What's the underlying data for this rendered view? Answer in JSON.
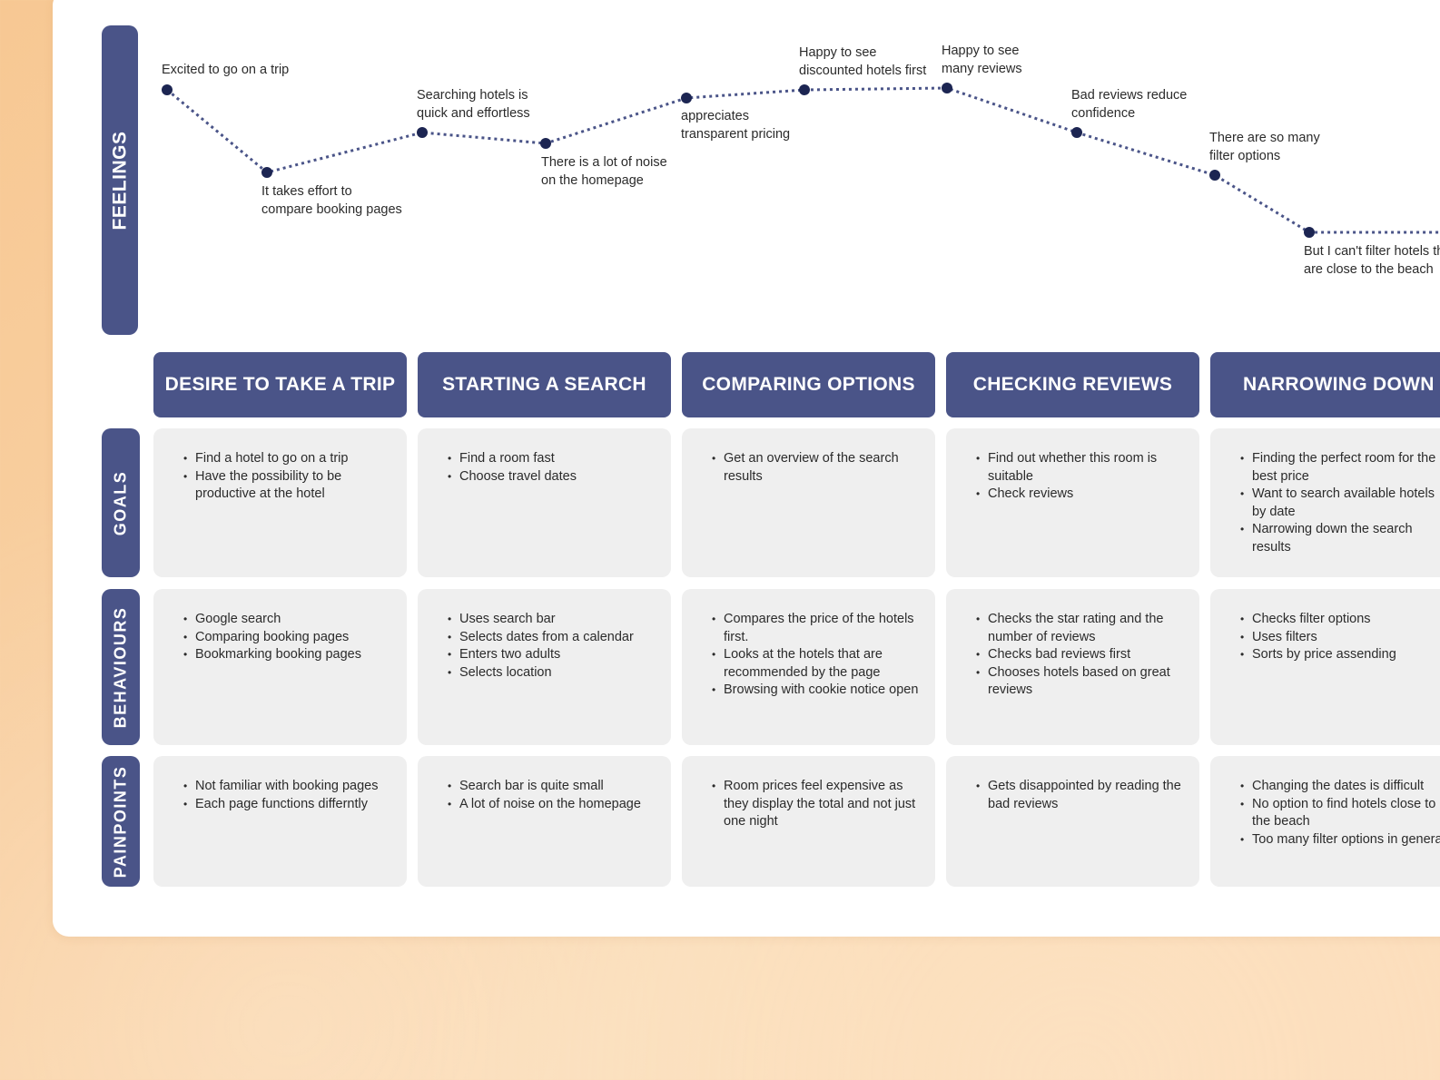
{
  "colors": {
    "accent": "#4a5488",
    "dot": "#1c2552",
    "cell": "#efefef",
    "background": "#f9d1a4"
  },
  "rows": {
    "feelings": "FEELINGS",
    "goals": "GOALS",
    "behaviours": "BEHAVIOURS",
    "painpoints": "PAINPOINTS"
  },
  "feelings": [
    {
      "label": "Excited to go on a trip"
    },
    {
      "label": "It takes effort to\ncompare booking pages"
    },
    {
      "label": "Searching hotels is\nquick and effortless"
    },
    {
      "label": "There is a lot of noise\non the homepage"
    },
    {
      "label": "appreciates\ntransparent pricing"
    },
    {
      "label": "Happy to see\ndiscounted hotels first"
    },
    {
      "label": "Happy to see\nmany reviews"
    },
    {
      "label": "Bad reviews reduce\nconfidence"
    },
    {
      "label": "There are so many\nfilter options"
    },
    {
      "label": "But I can't filter hotels that\nare close to the beach"
    }
  ],
  "stages": [
    {
      "title": "DESIRE TO TAKE A TRIP",
      "goals": [
        "Find a hotel to go on a trip",
        "Have the possibility to be productive at the hotel"
      ],
      "behaviours": [
        "Google search",
        "Comparing booking pages",
        "Bookmarking booking pages"
      ],
      "painpoints": [
        "Not familiar with booking pages",
        "Each page functions differntly"
      ]
    },
    {
      "title": "STARTING A SEARCH",
      "goals": [
        "Find a room fast",
        "Choose travel dates"
      ],
      "behaviours": [
        "Uses search bar",
        "Selects dates from a calendar",
        "Enters two adults",
        "Selects location"
      ],
      "painpoints": [
        "Search bar is quite small",
        "A lot of noise on the homepage"
      ]
    },
    {
      "title": "COMPARING OPTIONS",
      "goals": [
        "Get an overview of the search results"
      ],
      "behaviours": [
        "Compares the price of the hotels first.",
        "Looks at the hotels that are recommended by the page",
        "Browsing with cookie notice open"
      ],
      "painpoints": [
        "Room prices feel expensive as they display the total and not just one night"
      ]
    },
    {
      "title": "CHECKING REVIEWS",
      "goals": [
        "Find out whether this room is suitable",
        "Check reviews"
      ],
      "behaviours": [
        "Checks the star rating and the number of reviews",
        "Checks bad reviews first",
        "Chooses hotels based on great reviews"
      ],
      "painpoints": [
        "Gets disappointed by reading the bad reviews"
      ]
    },
    {
      "title": "NARROWING DOWN",
      "goals": [
        "Finding the perfect room for the best price",
        "Want to search available hotels by date",
        "Narrowing down the search results"
      ],
      "behaviours": [
        "Checks filter options",
        "Uses filters",
        "Sorts by price assending"
      ],
      "painpoints": [
        "Changing the dates is difficult",
        "No option to find hotels close to the beach",
        "Too many filter options in general"
      ]
    }
  ]
}
